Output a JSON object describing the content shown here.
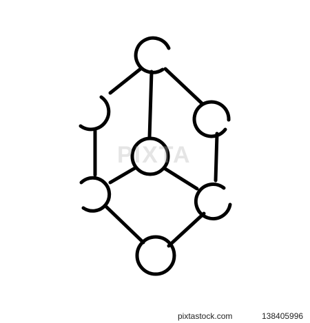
{
  "image": {
    "icon_name": "molecule-network-icon",
    "stroke_color": "#000000",
    "background_color": "#ffffff"
  },
  "watermark": {
    "text": "PIXTA"
  },
  "footer": {
    "site": "pixtastock.com",
    "image_id": "138405996"
  }
}
